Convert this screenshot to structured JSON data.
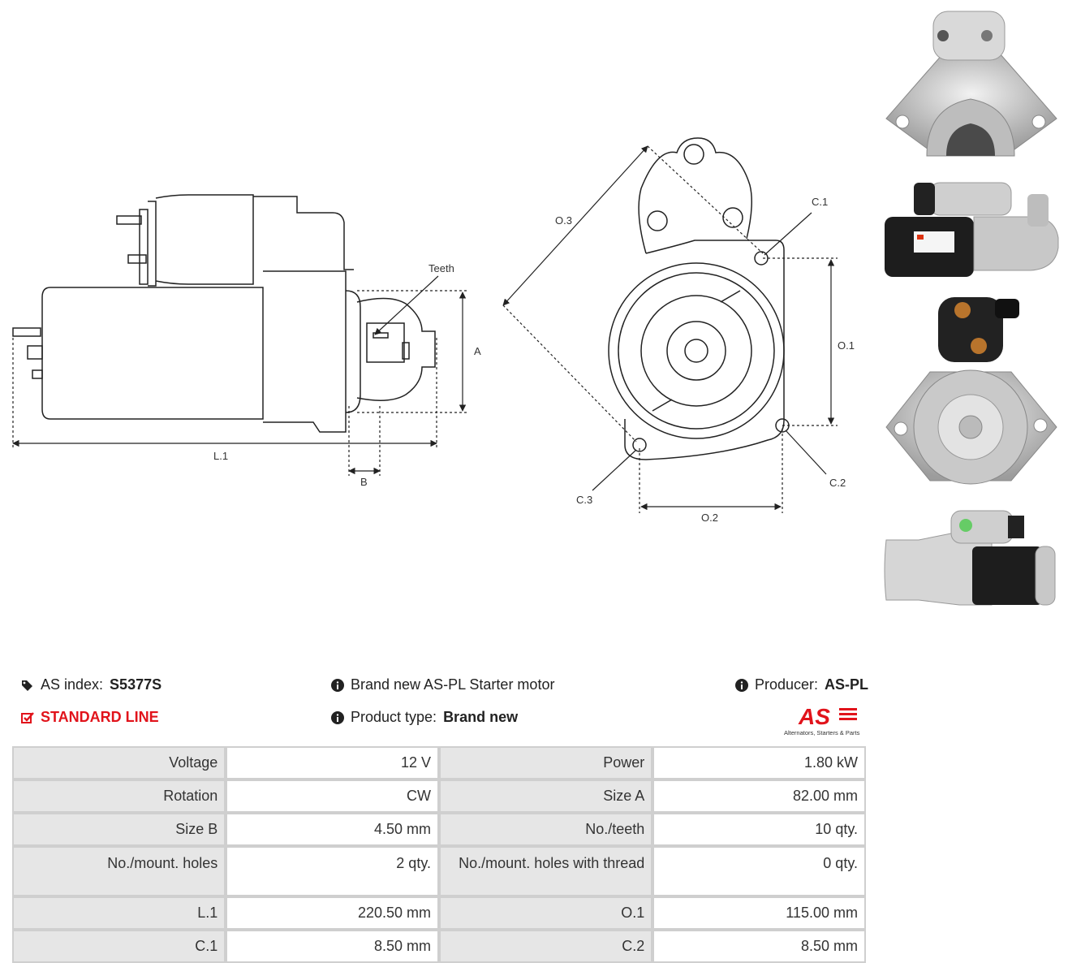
{
  "drawing_labels": {
    "teeth": "Teeth",
    "a": "A",
    "l1": "L.1",
    "b": "B",
    "o1": "O.1",
    "o2": "O.2",
    "o3": "O.3",
    "c1": "C.1",
    "c2": "C.2",
    "c3": "C.3"
  },
  "photos": [
    {
      "icon": "starter-front-photo"
    },
    {
      "icon": "starter-side-photo"
    },
    {
      "icon": "starter-rear-photo"
    },
    {
      "icon": "starter-side-left-photo"
    }
  ],
  "info": {
    "as_index_label": "AS index:",
    "as_index_value": "S5377S",
    "line_label": "STANDARD LINE",
    "description": "Brand new AS-PL Starter motor",
    "product_type_label": "Product type:",
    "product_type_value": "Brand new",
    "producer_label": "Producer:",
    "producer_value": "AS-PL",
    "logo_text": "AS",
    "logo_tagline": "Alternators, Starters & Parts",
    "accent_color": "#e1131b"
  },
  "specs": [
    {
      "k1": "Voltage",
      "v1": "12 V",
      "k2": "Power",
      "v2": "1.80 kW"
    },
    {
      "k1": "Rotation",
      "v1": "CW",
      "k2": "Size A",
      "v2": "82.00 mm"
    },
    {
      "k1": "Size B",
      "v1": "4.50 mm",
      "k2": "No./teeth",
      "v2": "10 qty."
    },
    {
      "k1": "No./mount. holes",
      "v1": "2 qty.",
      "k2": "No./mount. holes with thread",
      "v2": "0 qty."
    },
    {
      "k1": "L.1",
      "v1": "220.50 mm",
      "k2": "O.1",
      "v2": "115.00 mm"
    },
    {
      "k1": "C.1",
      "v1": "8.50 mm",
      "k2": "C.2",
      "v2": "8.50 mm"
    }
  ]
}
